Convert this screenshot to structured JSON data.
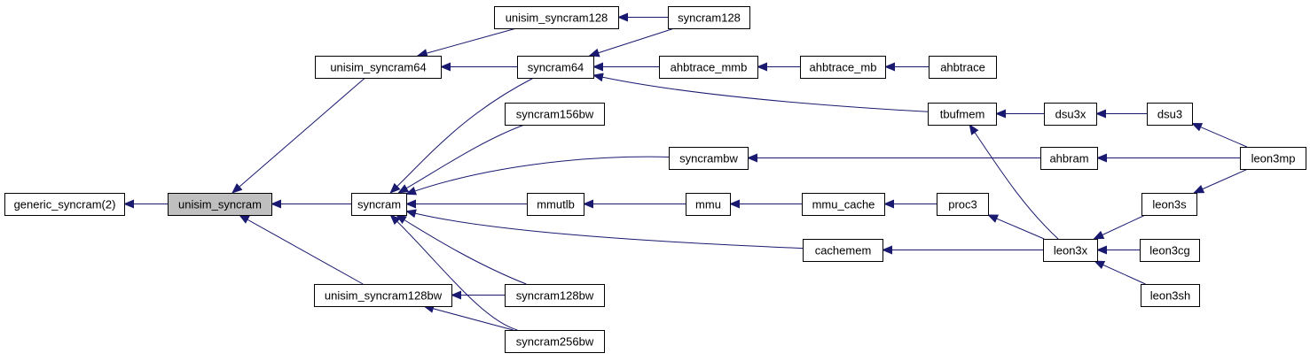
{
  "colors": {
    "edge": "#191970",
    "node_fill": "#ffffff",
    "node_stroke": "#000000",
    "highlight_fill": "#bfbfbf"
  },
  "nodes": [
    {
      "id": "generic_syncram2",
      "label": "generic_syncram(2)"
    },
    {
      "id": "unisim_syncram",
      "label": "unisim_syncram",
      "highlight": true
    },
    {
      "id": "unisim_syncram64",
      "label": "unisim_syncram64"
    },
    {
      "id": "syncram",
      "label": "syncram"
    },
    {
      "id": "unisim_syncram128bw",
      "label": "unisim_syncram128bw"
    },
    {
      "id": "unisim_syncram128",
      "label": "unisim_syncram128"
    },
    {
      "id": "syncram64",
      "label": "syncram64"
    },
    {
      "id": "syncram156bw",
      "label": "syncram156bw"
    },
    {
      "id": "mmutlb",
      "label": "mmutlb"
    },
    {
      "id": "syncram128bw",
      "label": "syncram128bw"
    },
    {
      "id": "syncram256bw",
      "label": "syncram256bw"
    },
    {
      "id": "syncram128",
      "label": "syncram128"
    },
    {
      "id": "ahbtrace_mmb",
      "label": "ahbtrace_mmb"
    },
    {
      "id": "syncrambw",
      "label": "syncrambw"
    },
    {
      "id": "mmu",
      "label": "mmu"
    },
    {
      "id": "ahbtrace_mb",
      "label": "ahbtrace_mb"
    },
    {
      "id": "mmu_cache",
      "label": "mmu_cache"
    },
    {
      "id": "cachemem",
      "label": "cachemem"
    },
    {
      "id": "ahbtrace",
      "label": "ahbtrace"
    },
    {
      "id": "tbufmem",
      "label": "tbufmem"
    },
    {
      "id": "proc3",
      "label": "proc3"
    },
    {
      "id": "dsu3x",
      "label": "dsu3x"
    },
    {
      "id": "ahbram",
      "label": "ahbram"
    },
    {
      "id": "leon3x",
      "label": "leon3x"
    },
    {
      "id": "dsu3",
      "label": "dsu3"
    },
    {
      "id": "leon3s",
      "label": "leon3s"
    },
    {
      "id": "leon3cg",
      "label": "leon3cg"
    },
    {
      "id": "leon3sh",
      "label": "leon3sh"
    },
    {
      "id": "leon3mp",
      "label": "leon3mp"
    }
  ],
  "edges": [
    {
      "from": "unisim_syncram",
      "to": "generic_syncram2"
    },
    {
      "from": "unisim_syncram64",
      "to": "unisim_syncram"
    },
    {
      "from": "syncram",
      "to": "unisim_syncram"
    },
    {
      "from": "unisim_syncram128bw",
      "to": "unisim_syncram"
    },
    {
      "from": "unisim_syncram128",
      "to": "unisim_syncram64"
    },
    {
      "from": "syncram64",
      "to": "unisim_syncram64"
    },
    {
      "from": "syncram128",
      "to": "unisim_syncram128"
    },
    {
      "from": "syncram128",
      "to": "syncram64"
    },
    {
      "from": "ahbtrace_mmb",
      "to": "syncram64"
    },
    {
      "from": "tbufmem",
      "to": "syncram64"
    },
    {
      "from": "syncram64",
      "to": "syncram"
    },
    {
      "from": "syncram156bw",
      "to": "syncram"
    },
    {
      "from": "syncrambw",
      "to": "syncram"
    },
    {
      "from": "mmutlb",
      "to": "syncram"
    },
    {
      "from": "cachemem",
      "to": "syncram"
    },
    {
      "from": "syncram128bw",
      "to": "syncram"
    },
    {
      "from": "syncram256bw",
      "to": "syncram"
    },
    {
      "from": "syncram128bw",
      "to": "unisim_syncram128bw"
    },
    {
      "from": "syncram256bw",
      "to": "unisim_syncram128bw"
    },
    {
      "from": "ahbtrace_mb",
      "to": "ahbtrace_mmb"
    },
    {
      "from": "ahbtrace",
      "to": "ahbtrace_mb"
    },
    {
      "from": "dsu3x",
      "to": "tbufmem"
    },
    {
      "from": "leon3x",
      "to": "tbufmem"
    },
    {
      "from": "dsu3",
      "to": "dsu3x"
    },
    {
      "from": "leon3mp",
      "to": "dsu3"
    },
    {
      "from": "ahbram",
      "to": "syncrambw"
    },
    {
      "from": "leon3mp",
      "to": "ahbram"
    },
    {
      "from": "mmu",
      "to": "mmutlb"
    },
    {
      "from": "mmu_cache",
      "to": "mmu"
    },
    {
      "from": "proc3",
      "to": "mmu_cache"
    },
    {
      "from": "leon3x",
      "to": "proc3"
    },
    {
      "from": "leon3x",
      "to": "cachemem"
    },
    {
      "from": "leon3s",
      "to": "leon3x"
    },
    {
      "from": "leon3cg",
      "to": "leon3x"
    },
    {
      "from": "leon3sh",
      "to": "leon3x"
    },
    {
      "from": "leon3mp",
      "to": "leon3s"
    }
  ]
}
